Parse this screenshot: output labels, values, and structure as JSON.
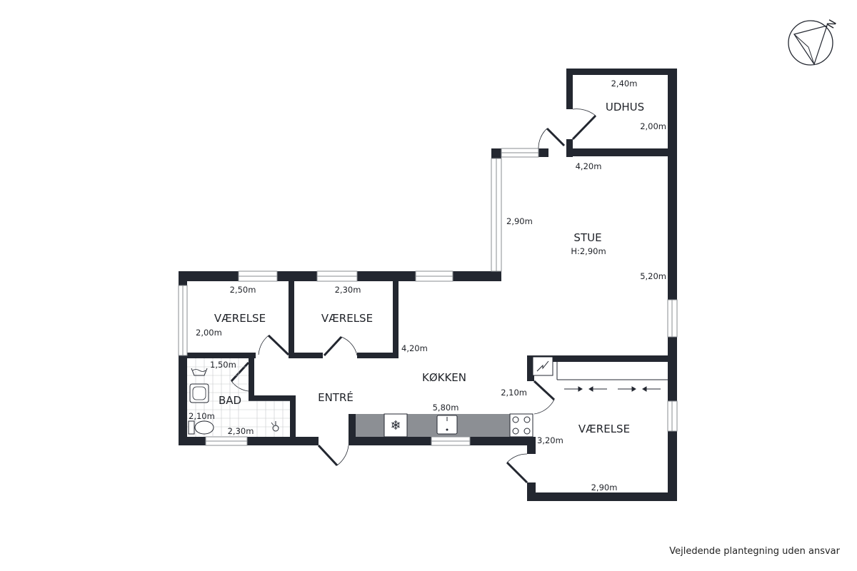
{
  "compass": {
    "north_label": "N"
  },
  "rooms": {
    "udhus": {
      "name": "UDHUS",
      "width": "2,40m",
      "depth": "2,00m"
    },
    "stue": {
      "name": "STUE",
      "height": "H:2,90m",
      "dim_top": "4,20m",
      "dim_left": "2,90m",
      "dim_right": "5,20m"
    },
    "vaerelse_1": {
      "name": "VÆRELSE",
      "width": "2,50m",
      "depth": "2,00m"
    },
    "vaerelse_2": {
      "name": "VÆRELSE",
      "width": "2,30m",
      "depth": "4,20m"
    },
    "koekken": {
      "name": "KØKKEN",
      "counter": "5,80m",
      "dim_right": "2,10m"
    },
    "entre": {
      "name": "ENTRÉ"
    },
    "bad": {
      "name": "BAD",
      "dim_top": "1,50m",
      "dim_left": "2,10m",
      "dim_bottom": "2,30m"
    },
    "vaerelse_3": {
      "name": "VÆRELSE",
      "dim_left": "3,20m",
      "dim_bottom": "2,90m"
    }
  },
  "footer": {
    "disclaimer": "Vejledende plantegning uden ansvar"
  }
}
